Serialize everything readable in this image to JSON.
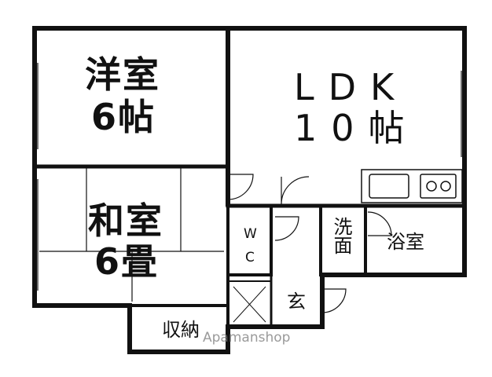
{
  "rooms": {
    "western": {
      "name": "洋室",
      "size": "6帖"
    },
    "ldk": {
      "name": "LDK",
      "size": "10帖"
    },
    "japanese": {
      "name": "和室",
      "size": "6畳"
    },
    "wc": {
      "line1": "W",
      "line2": "C"
    },
    "washroom": "洗面",
    "bath": "浴室",
    "entrance": "玄",
    "storage": "収納"
  },
  "watermark": "Apamanshop",
  "colors": {
    "wall": "#111111",
    "background": "#ffffff",
    "watermark": "#888888"
  }
}
